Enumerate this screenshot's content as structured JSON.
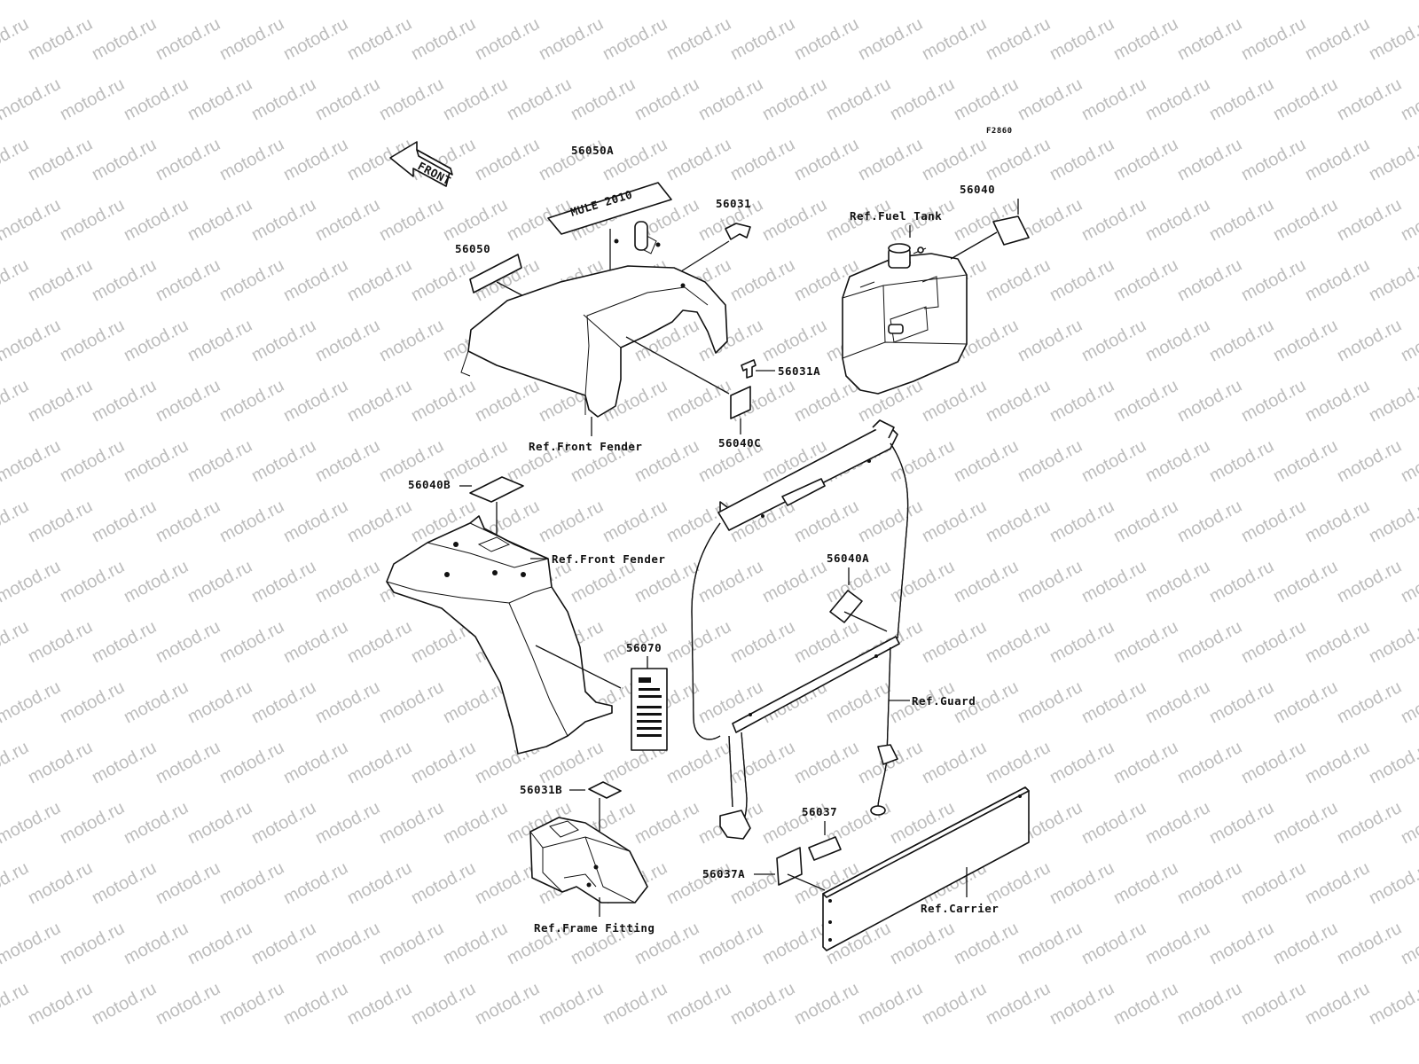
{
  "figure_id": "F2860",
  "watermark": "motod.ru",
  "colors": {
    "ink": "#111111",
    "watermark": "#bdbdbd",
    "background": "#ffffff"
  },
  "direction_arrow": {
    "label": "FRONT"
  },
  "logo_decal": {
    "text": "MULE 2010"
  },
  "callouts": {
    "p56050A": "56050A",
    "p56050": "56050",
    "p56031": "56031",
    "p56031A": "56031A",
    "p56040C": "56040C",
    "p56040": "56040",
    "p56040B": "56040B",
    "p56040A": "56040A",
    "p56070": "56070",
    "p56031B": "56031B",
    "p56037": "56037",
    "p56037A": "56037A"
  },
  "references": {
    "front_fender_top": "Ref.Front Fender",
    "front_fender_mid": "Ref.Front Fender",
    "fuel_tank": "Ref.Fuel Tank",
    "guard": "Ref.Guard",
    "carrier": "Ref.Carrier",
    "frame_fitting": "Ref.Frame Fitting"
  }
}
